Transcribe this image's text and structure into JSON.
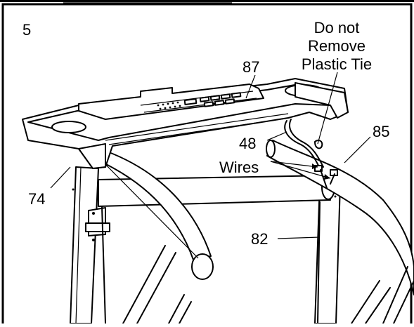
{
  "step": {
    "number": "5"
  },
  "labels": {
    "console": "87",
    "upright_right": "85",
    "wire_ref": "48",
    "wires": "Wires",
    "upright_left": "74",
    "crossbar": "82",
    "note_line1": "Do not",
    "note_line2": "Remove",
    "note_line3": "Plastic Tie"
  },
  "colors": {
    "ink": "#000000",
    "paper": "#ffffff"
  }
}
